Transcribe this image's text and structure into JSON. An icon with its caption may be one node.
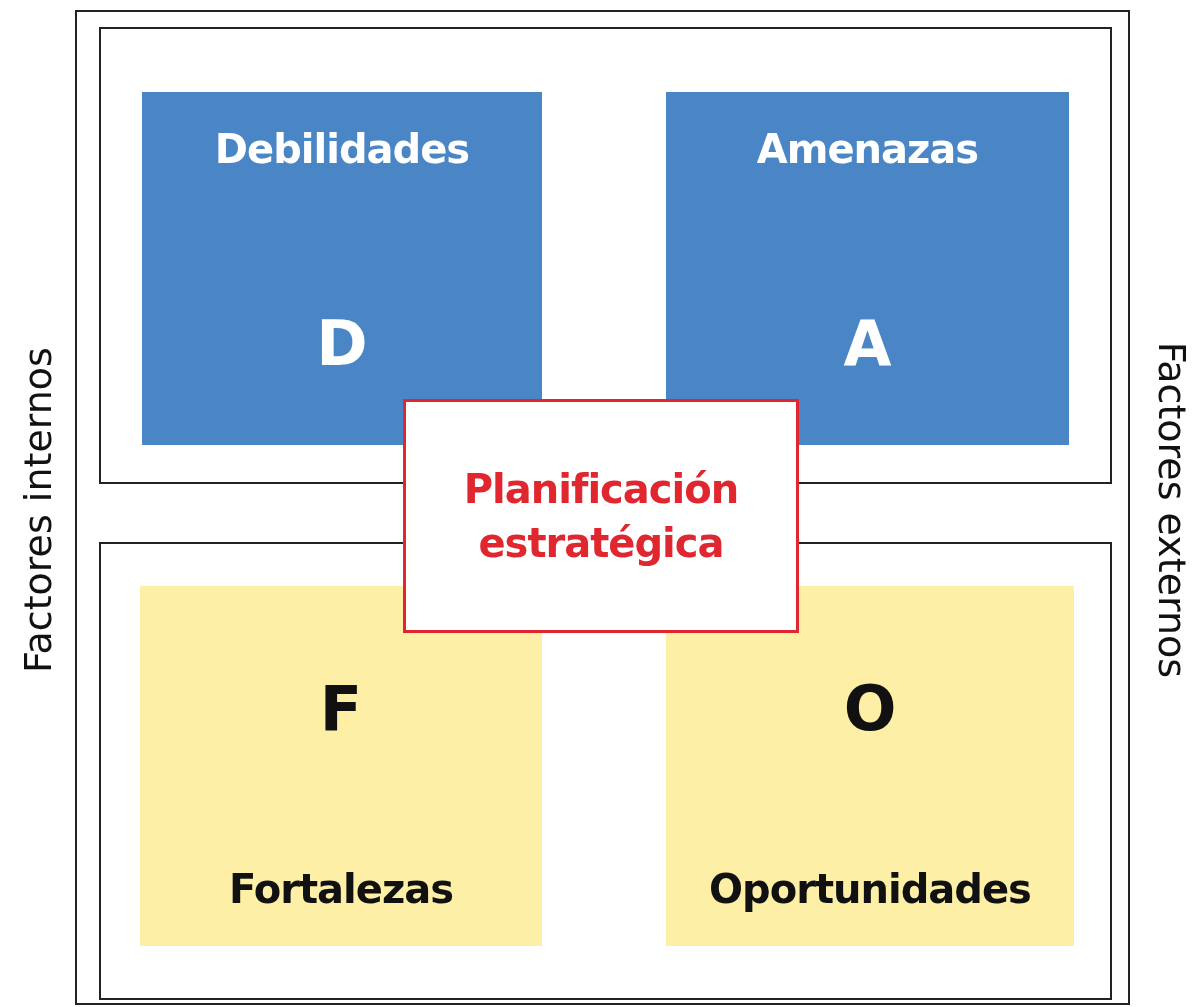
{
  "diagram": {
    "nodes": [
      {
        "text": [],
        "shape": "box"
      },
      {
        "text": [],
        "shape": "box",
        "in": 0
      },
      {
        "text": [
          "Debilidades",
          "D"
        ],
        "in": 1
      },
      {
        "text": [
          "Amenazas",
          "A"
        ],
        "in": 1
      },
      {
        "text": [
          "Planificación estratégica"
        ],
        "in": 0
      },
      {
        "text": [],
        "shape": "box",
        "in": 0
      },
      {
        "text": [
          "F",
          "Fortalezas"
        ],
        "in": 5
      },
      {
        "text": [
          "O",
          "Oportunidades"
        ],
        "in": 5
      }
    ],
    "labels": [
      "Factores internos",
      "Factores externos"
    ]
  }
}
